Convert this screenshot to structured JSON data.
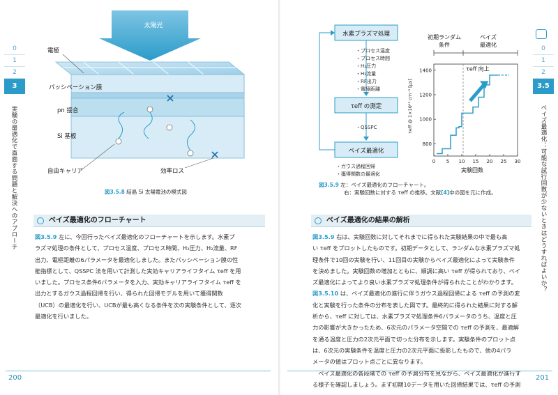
{
  "left": {
    "side_tab": {
      "num0": "0",
      "num1": "1",
      "num2": "2",
      "current": "3"
    },
    "side_text": "実験の最適化で直面する問題と解決へのアプローチ",
    "page_number": "200",
    "figure": {
      "sun_label": "太陽光",
      "electrode": "電極",
      "passivation": "パッシベーション膜",
      "pn": "pn 接合",
      "si": "Si 基板",
      "carrier": "自由キャリア",
      "loss": "効率ロス"
    },
    "caption_label": "図3.5.8",
    "caption_text": "結晶 Si 太陽電池の模式図",
    "section_title": "ベイズ最適化のフローチャート",
    "para": [
      {
        "ref": "図3.5.9",
        "t": " 左に、今回行ったベイズ最適化のフローチャートを示します。水素プ"
      },
      {
        "t": "ラズマ処理の条件として、プロセス温度、プロセス時間、H₂圧力、H₂流量、RF"
      },
      {
        "t": "出力、電極距離の6パラメータを最適化しました。またパッシベーション膜の性"
      },
      {
        "t": "能指標として、QSSPC 法を用いて計測した実効キャリアライフタイム τeff を用"
      },
      {
        "t": "いました。プロセス条件6パラメータを入力、実効キャリアライフタイム τeff を"
      },
      {
        "t": "出力とするガウス過程回帰を行い、得られた回帰モデルを用いて獲得関数"
      },
      {
        "t": "（UCB）の最適化を行い、UCBが最も高くなる条件を次の実験条件として、逐次"
      },
      {
        "t": "最適化を行いました。"
      }
    ]
  },
  "right": {
    "side_tab": {
      "num0": "0",
      "num1": "1",
      "num2": "2",
      "current": "3.5"
    },
    "side_text": "ベイズ最適化：可能な試行回数が少ないときはどうすればよいか？",
    "page_number": "201",
    "flow": {
      "box1": "水素プラズマ処理",
      "params": [
        "・プロセス温度",
        "・プロセス時間",
        "・H₂圧力",
        "・H₂流量",
        "・RF出力",
        "・電極距離"
      ],
      "box2": "τeff の測定",
      "qsspc": "・QSSPC",
      "box3": "ベイズ最適化",
      "notes": [
        "・ガウス過程回帰",
        "・獲得関数の最適化"
      ]
    },
    "chart_header": {
      "phase1": "初期ランダム\n条件",
      "phase1_a": "初期ランダム",
      "phase1_b": "条件",
      "phase2_a": "ベイズ",
      "phase2_b": "最適化",
      "arrow_label": "τeff 向上"
    },
    "caption_label": "図3.5.9",
    "caption_line1": "左：ベイズ最適化のフローチャート。",
    "caption_line2": "右：実験回数に対する τeff の推移。文献",
    "caption_ref": "[4]",
    "caption_line2b": "中の図を元に作成。",
    "section_title": "ベイズ最適化の結果の解析",
    "para": [
      {
        "ref": "図3.5.9",
        "t": " 右は、実験回数に対してそれまでに得られた実験結果の中で最も高"
      },
      {
        "t": "い τeff をプロットしたものです。初期データとして、ランダムな水素プラズマ処"
      },
      {
        "t": "理条件で10回の実験を行い、11回目の実験からベイズ最適化によって実験条件"
      },
      {
        "t": "を決めました。実験回数の増加とともに、順調に高い τeff が得られており、ベイ"
      },
      {
        "t": "ズ最適化によってより良い水素プラズマ処理条件が得られたことがわかります。"
      },
      {
        "ref": "図3.5.10",
        "t": " は、ベイズ最適化の進行に伴うガウス過程回帰による τeff の予測の変"
      },
      {
        "t": "化と実験を行った条件の分布を表した図です。最終的に得られた結果に対する解"
      },
      {
        "t": "析から、τeff に対しては、水素プラズマ処理条件6パラメータのうち、温度と圧"
      },
      {
        "t": "力の影響が大きかったため、6次元のパラメータ空間での τeff の予測を、最適解"
      },
      {
        "t": "を通る温度と圧力の2次元平面で切った分布を示します。実験条件のプロット点"
      },
      {
        "t": "は、6次元の実験条件を温度と圧力の2次元平面に投影したもので、他の4パラ"
      },
      {
        "t": "メータの値はプロット点ごとに異なります。"
      },
      {
        "t": "　ベイズ最適化の各段階での τeff の予測分布を見ながら、ベイズ最適化が進行す"
      },
      {
        "t": "る様子を確認しましょう。まず初期10データを用いた回帰結果では、τeff の予測"
      }
    ]
  },
  "chart_data": {
    "type": "line",
    "xlabel": "実験回数",
    "ylabel": "τeff @ 1×10¹⁵ cm⁻³ [μs]",
    "xlim": [
      0,
      30
    ],
    "ylim": [
      700,
      1450
    ],
    "xticks": [
      0,
      5,
      10,
      15,
      20,
      25,
      30
    ],
    "yticks": [
      800,
      1000,
      1200,
      1400
    ],
    "boundary_x": 10.5,
    "series": [
      {
        "color": "#2b9cc9",
        "x": [
          1,
          2,
          3,
          4,
          5,
          6,
          7,
          8,
          9,
          10,
          11,
          12,
          13,
          14,
          15,
          16,
          17,
          18,
          19,
          20,
          21,
          22,
          23
        ],
        "y": [
          720,
          720,
          760,
          760,
          760,
          870,
          870,
          930,
          940,
          1050,
          1050,
          1050,
          1050,
          1100,
          1100,
          1180,
          1180,
          1280,
          1280,
          1360,
          1360,
          1360,
          1360
        ]
      }
    ]
  }
}
